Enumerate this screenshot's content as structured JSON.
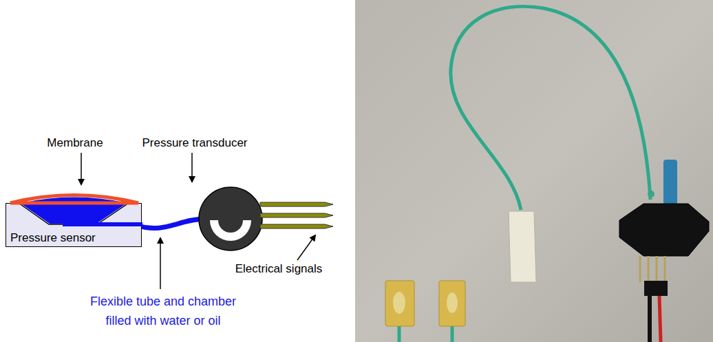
{
  "diagram": {
    "nodes": [
      {
        "text": [
          "Pressure sensor"
        ]
      }
    ],
    "labels": [
      "Membrane",
      "Pressure transducer",
      "Electrical signals",
      "Flexible tube and chamber filled with water or oil"
    ]
  }
}
